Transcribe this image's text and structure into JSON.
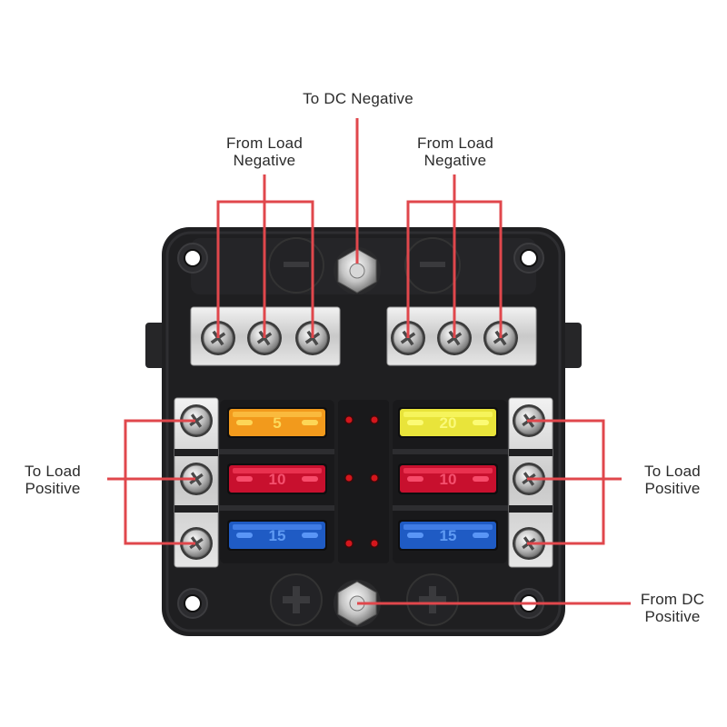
{
  "labels": {
    "to_dc_negative": "To DC Negative",
    "from_load_negative_left": {
      "line1": "From Load",
      "line2": "Negative"
    },
    "from_load_negative_right": {
      "line1": "From Load",
      "line2": "Negative"
    },
    "to_load_positive_left": {
      "line1": "To Load",
      "line2": "Positive"
    },
    "to_load_positive_right": {
      "line1": "To Load",
      "line2": "Positive"
    },
    "from_dc_positive": {
      "line1": "From DC",
      "line2": "Positive"
    }
  },
  "fuses": {
    "rows": [
      {
        "left": {
          "rating": "5",
          "color": "#f29a1c"
        },
        "right": {
          "rating": "20",
          "color": "#e9e43a"
        }
      },
      {
        "left": {
          "rating": "10",
          "color": "#c8102e"
        },
        "right": {
          "rating": "10",
          "color": "#c8102e"
        }
      },
      {
        "left": {
          "rating": "15",
          "color": "#1f5bc4"
        },
        "right": {
          "rating": "15",
          "color": "#1f5bc4"
        }
      }
    ]
  },
  "colors": {
    "leader_line": "#e0474c",
    "body": "#1f1f21",
    "busbar": "#d9d9d9",
    "indicator_led": "#d4161c"
  }
}
